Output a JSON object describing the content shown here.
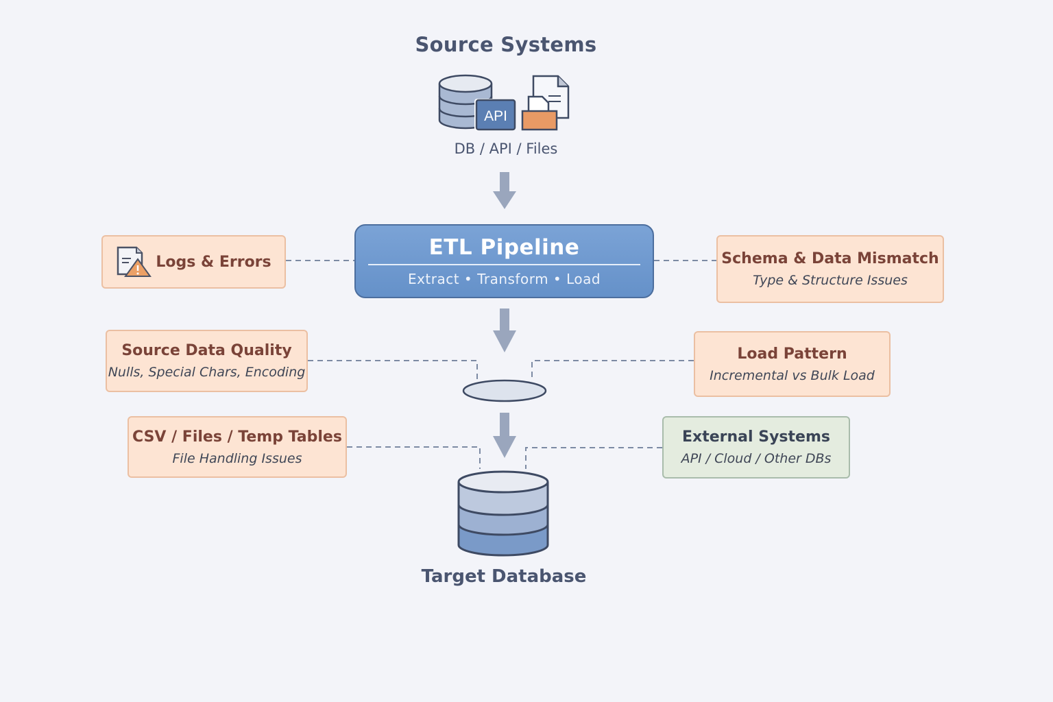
{
  "diagram": {
    "source": {
      "title": "Source Systems",
      "subtitle": "DB / API / Files",
      "api_badge": "API",
      "icons": [
        "database-icon",
        "api-icon",
        "file-folder-icon"
      ]
    },
    "pipeline": {
      "title": "ETL Pipeline",
      "subtitle": "Extract • Transform • Load"
    },
    "target": {
      "title": "Target Database",
      "icon": "database-icon"
    },
    "issues": {
      "logs": {
        "title": "Logs & Errors",
        "icon": "log-warning-icon"
      },
      "schema": {
        "title": "Schema & Data Mismatch",
        "subtitle": "Type & Structure Issues"
      },
      "quality": {
        "title": "Source Data Quality",
        "subtitle": "Nulls, Special Chars, Encoding"
      },
      "load": {
        "title": "Load Pattern",
        "subtitle": "Incremental vs Bulk Load"
      },
      "files": {
        "title": "CSV / Files / Temp Tables",
        "subtitle": "File Handling Issues"
      },
      "external": {
        "title": "External Systems",
        "subtitle": "API / Cloud / Other DBs"
      }
    },
    "colors": {
      "background": "#f3f4f9",
      "pipeline_fill": "#6f9ad0",
      "issue_fill": "#fde4d3",
      "issue_border": "#ebbfa2",
      "external_fill": "#e4ecdf",
      "arrow": "#9aa6bd",
      "connector": "#7c8aa3",
      "text_dark": "#4a5570",
      "text_issue": "#7a4338"
    }
  }
}
